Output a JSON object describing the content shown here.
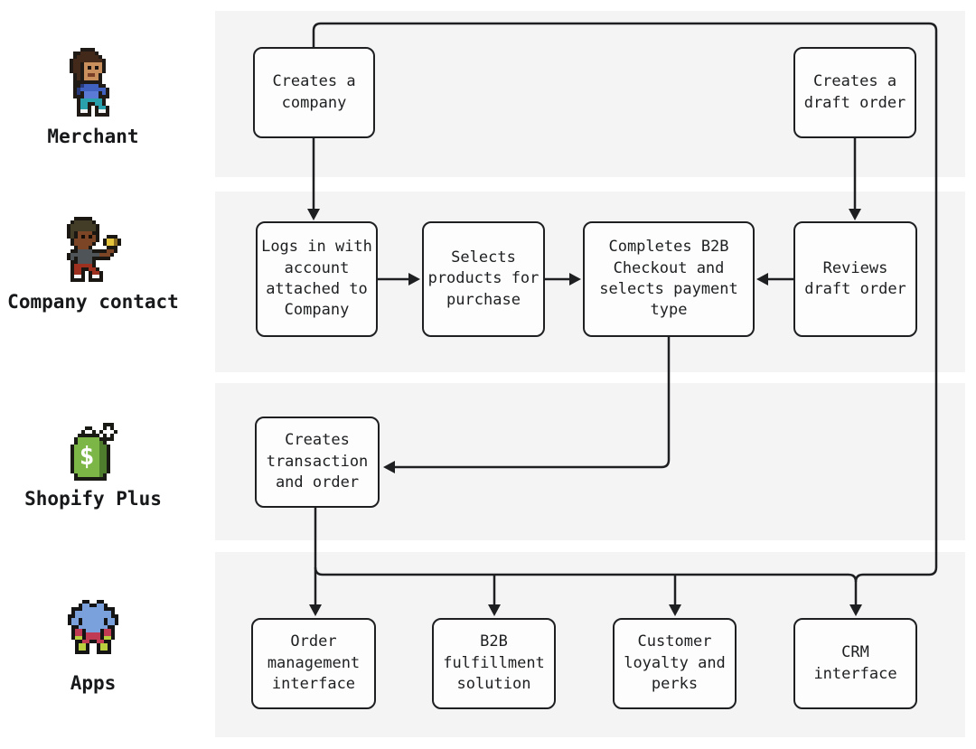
{
  "diagram": {
    "lanes": [
      {
        "label": "Merchant",
        "icon": "merchant-person-pixel-icon"
      },
      {
        "label": "Company contact",
        "icon": "company-contact-person-pixel-icon"
      },
      {
        "label": "Shopify Plus",
        "icon": "shopify-plus-bag-pixel-icon"
      },
      {
        "label": "Apps",
        "icon": "apps-puzzle-stack-pixel-icon"
      }
    ],
    "nodes": [
      {
        "id": "creates-company",
        "lane": "Merchant",
        "label": "Creates a\ncompany"
      },
      {
        "id": "creates-draft-order",
        "lane": "Merchant",
        "label": "Creates a\ndraft order"
      },
      {
        "id": "logs-in",
        "lane": "Company contact",
        "label": "Logs in with\naccount\nattached to\nCompany"
      },
      {
        "id": "selects-products",
        "lane": "Company contact",
        "label": "Selects\nproducts for\npurchase"
      },
      {
        "id": "completes-checkout",
        "lane": "Company contact",
        "label": "Completes B2B\nCheckout and\nselects payment\ntype"
      },
      {
        "id": "reviews-draft-order",
        "lane": "Company contact",
        "label": "Reviews\ndraft order"
      },
      {
        "id": "creates-transaction",
        "lane": "Shopify Plus",
        "label": "Creates\ntransaction\nand order"
      },
      {
        "id": "order-management",
        "lane": "Apps",
        "label": "Order\nmanagement\ninterface"
      },
      {
        "id": "b2b-fulfillment",
        "lane": "Apps",
        "label": "B2B\nfulfillment\nsolution"
      },
      {
        "id": "customer-loyalty",
        "lane": "Apps",
        "label": "Customer\nloyalty and\nperks"
      },
      {
        "id": "crm-interface",
        "lane": "Apps",
        "label": "CRM\ninterface"
      }
    ],
    "edges": [
      {
        "from": "creates-company",
        "to": "logs-in"
      },
      {
        "from": "logs-in",
        "to": "selects-products"
      },
      {
        "from": "selects-products",
        "to": "completes-checkout"
      },
      {
        "from": "creates-draft-order",
        "to": "reviews-draft-order"
      },
      {
        "from": "reviews-draft-order",
        "to": "completes-checkout"
      },
      {
        "from": "completes-checkout",
        "to": "creates-transaction"
      },
      {
        "from": "creates-transaction",
        "to": "order-management"
      },
      {
        "from": "creates-transaction",
        "to": "b2b-fulfillment"
      },
      {
        "from": "creates-transaction",
        "to": "customer-loyalty"
      },
      {
        "from": "creates-transaction",
        "to": "crm-interface"
      },
      {
        "from": "creates-company",
        "to": "crm-interface",
        "route": "top-right-loop"
      }
    ],
    "colors": {
      "background": "#ffffff",
      "lane_band": "#f4f4f5",
      "node_fill": "#fdfdfd",
      "stroke": "#1d1f21"
    }
  }
}
